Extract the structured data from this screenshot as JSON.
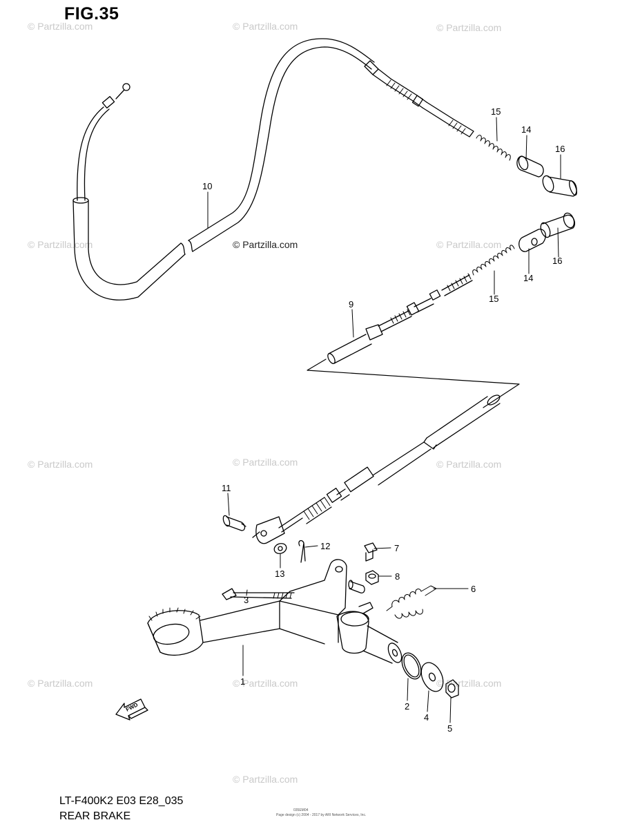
{
  "figure": {
    "title": "FIG.35"
  },
  "watermarks": {
    "faint": [
      "© Partzilla.com",
      "© Partzilla.com",
      "© Partzilla.com",
      "© Partzilla.com",
      "© Partzilla.com",
      "© Partzilla.com",
      "© Partzilla.com",
      "© Partzilla.com",
      "© Partzilla.com",
      "© Partzilla.com",
      "© Partzilla.com",
      "© Partzilla.com"
    ],
    "main": "© Partzilla.com"
  },
  "callouts": [
    "15",
    "14",
    "16",
    "10",
    "16",
    "14",
    "15",
    "9",
    "11",
    "12",
    "7",
    "13",
    "8",
    "3",
    "6",
    "1",
    "2",
    "4",
    "5"
  ],
  "fwd_arrow": {
    "label": "FWD"
  },
  "footer": {
    "code": "LT-F400K2 E03 E28_035",
    "name": "REAR BRAKE",
    "small_1": "035EM04",
    "small_2": "Page design (c) 2004 - 2017 by ARI Network Services, Inc."
  }
}
